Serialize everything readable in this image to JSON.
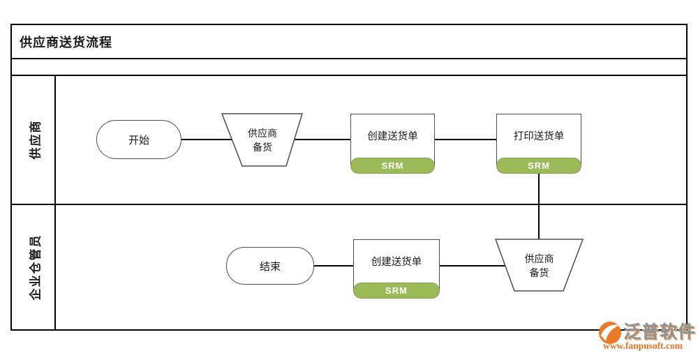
{
  "title": "供应商送货流程",
  "lanes": {
    "supplier": "供应商",
    "warehouse_keeper": "企业仓管员"
  },
  "nodes": {
    "start": "开始",
    "supplier_prep_top": "供应商\n备货",
    "create_delivery_note_top": "创建送货单",
    "print_delivery_note": "打印送货单",
    "supplier_prep_bottom": "供应商\n备货",
    "create_delivery_note_bottom": "创建送货单",
    "end": "结束",
    "badge_label": "SRM"
  },
  "logo": {
    "brand": "泛普软件",
    "url": "www.fanpusoft.com"
  },
  "colors": {
    "connector": "#000000",
    "shape_border": "#4d4d4d",
    "badge_fill": "#9bbb59",
    "badge_border": "#87a04b",
    "badge_text": "#ffffff",
    "logo_orange": "#e87422",
    "logo_gray": "#8d9196"
  }
}
